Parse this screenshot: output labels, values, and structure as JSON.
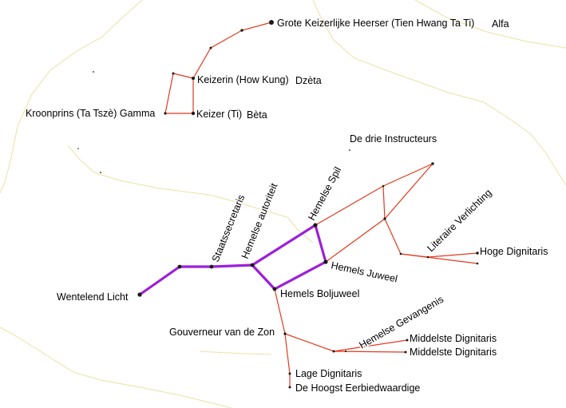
{
  "colors": {
    "background": "#ffffff",
    "constellation_border": "#e8e3a6",
    "stick_line": "#e33a1f",
    "highlight_line": "#9d1fd8",
    "star": "#1a1a1a",
    "label": "#000000"
  },
  "stars": {
    "alfa": "Grote Keizerlijke Heerser (Tien Hwang Ta Ti)",
    "alfa_greek": "Alfa",
    "dzeta": "Keizerin (How Kung)",
    "dzeta_greek": "Dzèta",
    "gamma": "Kroonprins (Ta Tszè) Gamma",
    "beta": "Keizer (Ti)",
    "beta_greek": "Bèta"
  },
  "asterisms": {
    "drie_instructeurs": "De drie Instructeurs",
    "hemelse_spil": "Hemelse Spil",
    "hemelse_autoriteit": "Hemelse autoriteit",
    "staatssecretaris": "Staatssecretaris",
    "literaire_verlichting": "Literaire Verlichting",
    "hoge_dignitaris": "Hoge Dignitaris",
    "hemels_juweel": "Hemels Juweel",
    "wentelend_licht": "Wentelend Licht",
    "hemels_boljuweel": "Hemels Boljuweel",
    "hemelse_gevangenis": "Hemelse Gevangenis",
    "gouverneur_zon": "Gouverneur van de Zon",
    "middelste_1": "Middelste Dignitaris",
    "middelste_2": "Middelste Dignitaris",
    "lage_dignitaris": "Lage Dignitaris",
    "hoogst_eerbiedwaardige": "De Hoogst Eerbiedwaardige"
  }
}
